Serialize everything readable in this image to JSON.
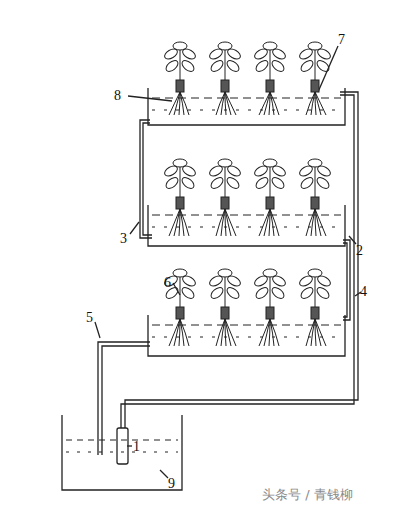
{
  "diagram": {
    "labels": [
      "8",
      "7",
      "3",
      "2",
      "6",
      "4",
      "5",
      "1",
      "9",
      "头条号 / 青钱柳"
    ]
  }
}
